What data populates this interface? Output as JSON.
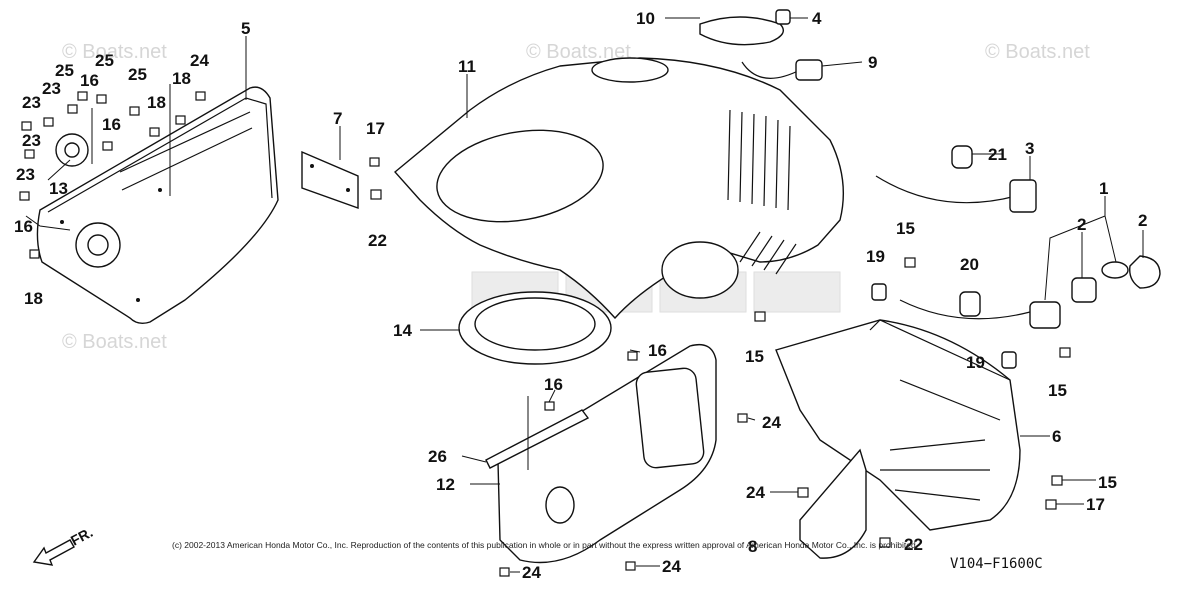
{
  "watermark": "© Boats.net",
  "callouts": {
    "1": "1",
    "2": "2",
    "3": "3",
    "4": "4",
    "5": "5",
    "6": "6",
    "7": "7",
    "8": "8",
    "9": "9",
    "10": "10",
    "11": "11",
    "12": "12",
    "13": "13",
    "14": "14",
    "15": "15",
    "16": "16",
    "17": "17",
    "18": "18",
    "19": "19",
    "20": "20",
    "21": "21",
    "22": "22",
    "23": "23",
    "24": "24",
    "25": "25",
    "26": "26"
  },
  "front_label": "FR.",
  "copyright": "(c) 2002-2013 American Honda Motor Co., Inc. Reproduction of the contents of this publication in whole or in part without the express written approval of American Honda Motor Co., Inc. is prohibited.",
  "diagram_code": "V104−F1600C"
}
